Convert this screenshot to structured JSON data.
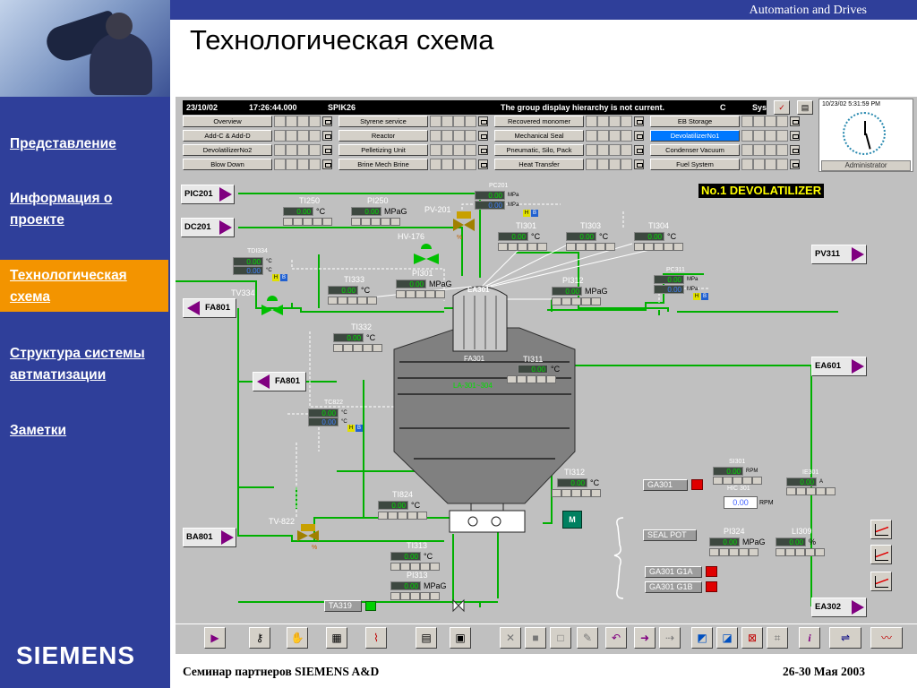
{
  "slide": {
    "brand": "Automation and Drives",
    "title": "Технологическая схема",
    "logo": "SIEMENS",
    "footer_left": "Семинар партнеров SIEMENS A&D",
    "footer_right": "26-30 Мая 2003",
    "nav": [
      {
        "label": "Представление",
        "active": false
      },
      {
        "label": "Информация о проекте",
        "active": false
      },
      {
        "label": "Технологическая схема",
        "active": true
      },
      {
        "label": "Структура системы автматизации",
        "active": false
      },
      {
        "label": "Заметки",
        "active": false
      }
    ]
  },
  "hmi": {
    "alarm": {
      "date": "23/10/02",
      "time": "17:26:44.000",
      "code": "SPIK26",
      "message": "The group display hierarchy is not current.",
      "flag": "C",
      "trail": "Sys"
    },
    "clock_datetime": "10/23/02 5:31:59 PM",
    "user": "Administrator",
    "nav_buttons": [
      [
        "Overview",
        "Styrene service",
        "Recovered monomer",
        "EB Storage"
      ],
      [
        "Add-C & Add-D",
        "Reactor",
        "Mechanical Seal",
        "DevolatilizerNo1"
      ],
      [
        "DevolatilizerNo2",
        "Pelletizing Unit",
        "Pneumatic, Silo, Pack",
        "Condenser Vacuum"
      ],
      [
        "Blow Down",
        "Brine Mech Brine",
        "Heat Transfer",
        "Fuel System"
      ]
    ],
    "selected_button": "DevolatilizerNo1",
    "display_title": "No.1 DEVOLATILIZER",
    "tag_buttons": {
      "pic201": "PIC201",
      "dc201": "DC201",
      "fa801a": "FA801",
      "fa801b": "FA801",
      "ba801": "BA801",
      "pv311": "PV311",
      "ea601": "EA601",
      "ea302": "EA302"
    },
    "labels": {
      "ti250": "TI250",
      "pi250": "PI250",
      "pc201": "PC201",
      "pv201": "PV-201",
      "hv176": "HV-176",
      "ti301": "TI301",
      "ti303": "TI303",
      "ti304": "TI304",
      "tdi334": "TDI334",
      "ti333": "TI333",
      "pi301": "PI301",
      "pi312": "PI312",
      "pc311": "PC311",
      "tv334": "TV334",
      "ea301": "EA301",
      "ti332": "TI332",
      "fa301": "FA301",
      "ti311": "TI311",
      "la301": "LA-301~304",
      "tc822": "TC822",
      "ti312": "TI312",
      "ti824": "TI824",
      "tv822": "TV-822",
      "ti313": "TI313",
      "pi313": "PI313",
      "ta319": "TA319",
      "si301": "SI301",
      "ie301": "IE301",
      "hic301": "HIC 301",
      "pi324": "PI324",
      "li309": "LI309",
      "motor": "M"
    },
    "value": "0.00",
    "hic_value": "0.00",
    "units": {
      "c": "°C",
      "mpag": "MPaG",
      "mpa": "MPa",
      "rpm": "RPM",
      "a": "A",
      "pct": "%"
    },
    "panel_buttons": {
      "ga301": "GA301",
      "seal_pot": "SEAL POT",
      "ga301g1a": "GA301 G1A",
      "ga301g1b": "GA301 G1B"
    },
    "colors": {
      "background": "#c0c0c0",
      "pipe": "#00b000",
      "tag_arrow": "#800080",
      "title": "#ffff00",
      "alarm": "#e00000"
    }
  }
}
